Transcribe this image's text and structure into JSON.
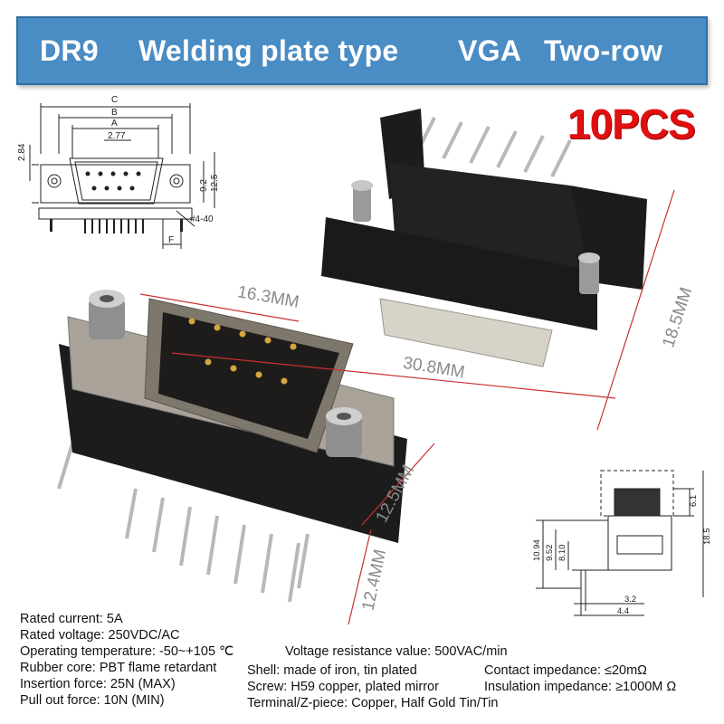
{
  "banner": {
    "part1": "DR9",
    "part2": "Welding plate type",
    "part3": "VGA",
    "part4": "Two-row"
  },
  "quantity_badge": "10PCS",
  "drawing_top": {
    "label_c": "C",
    "label_b": "B",
    "label_a": "A",
    "pitch": "2.77",
    "height_left": "2.84",
    "height_inner": "9.2",
    "height_outer": "12.5",
    "screw": "#4-40",
    "label_f": "F"
  },
  "photo_dimensions": {
    "width_front": "16.3MM",
    "length": "30.8MM",
    "height_back": "18.5MM",
    "depth_front": "12.5MM",
    "pin_length": "12.4MM"
  },
  "drawing_side": {
    "d1": "6.1",
    "d2": "10.94",
    "d3": "9.52",
    "d4": "8.10",
    "d5": "18.5",
    "d6": "3.2",
    "d7": "4.4"
  },
  "specs": {
    "rated_current": "Rated current: 5A",
    "rated_voltage": "Rated voltage: 250VDC/AC",
    "operating_temp": "Operating temperature: -50~+105 ℃",
    "voltage_resistance": "Voltage resistance value: 500VAC/min",
    "rubber_core": "Rubber core: PBT flame retardant",
    "shell": "Shell: made of iron, tin plated",
    "contact_impedance": "Contact impedance: ≤20mΩ",
    "insertion_force": "Insertion force: 25N (MAX)",
    "screw": "Screw: H59 copper, plated mirror",
    "insulation_impedance": "Insulation impedance: ≥1000M Ω",
    "pull_out_force": "Pull out force: 10N (MIN)",
    "terminal": "Terminal/Z-piece: Copper, Half Gold Tin/Tin"
  }
}
